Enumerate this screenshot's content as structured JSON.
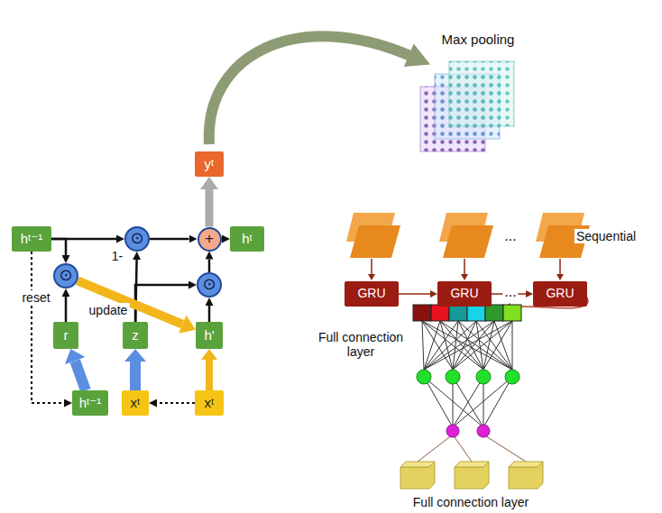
{
  "diagram": {
    "nodes": [
      {
        "text": [
          "hᵗ⁻¹"
        ]
      },
      {
        "text": [
          "⊙"
        ]
      },
      {
        "text": [
          "⊙"
        ]
      },
      {
        "text": [
          "+"
        ]
      },
      {
        "text": [
          "hᵗ"
        ]
      },
      {
        "text": [
          "⊙"
        ]
      },
      {
        "text": [
          "yᵗ"
        ]
      },
      {
        "text": [
          "r"
        ]
      },
      {
        "text": [
          "z"
        ]
      },
      {
        "text": [
          "h'"
        ]
      },
      {
        "text": [
          "hᵗ⁻¹"
        ]
      },
      {
        "text": [
          "xᵗ"
        ]
      },
      {
        "text": [
          "xᵗ"
        ]
      },
      {
        "text": [
          "GRU"
        ]
      },
      {
        "text": [
          "GRU"
        ]
      },
      {
        "text": [
          "GRU"
        ]
      }
    ],
    "edges": [
      {
        "from": 0,
        "to": 1,
        "arrow": "to"
      },
      {
        "from": 0,
        "to": 2,
        "arrow": "to"
      },
      {
        "from": 1,
        "to": 3,
        "arrow": "to"
      },
      {
        "from": 3,
        "to": 4,
        "arrow": "to"
      },
      {
        "from": 5,
        "to": 3,
        "arrow": "to"
      },
      {
        "from": 3,
        "to": 6,
        "arrow": "to"
      },
      {
        "from": 7,
        "to": 2,
        "arrow": "to"
      },
      {
        "from": 8,
        "to": 1,
        "arrow": "to"
      },
      {
        "from": 8,
        "to": 5,
        "arrow": "to"
      },
      {
        "from": 2,
        "to": 9,
        "arrow": "to"
      },
      {
        "from": 9,
        "to": 5,
        "arrow": "to"
      },
      {
        "from": 10,
        "to": 7,
        "arrow": "to"
      },
      {
        "from": 11,
        "to": 8,
        "arrow": "to"
      },
      {
        "from": 12,
        "to": 9,
        "arrow": "to"
      },
      {
        "from": 0,
        "to": 10,
        "arrow": "to"
      },
      {
        "from": 12,
        "to": 11,
        "arrow": "to"
      },
      {
        "from": 13,
        "to": 14,
        "arrow": "to"
      },
      {
        "from": 14,
        "to": 15,
        "arrow": "to"
      }
    ],
    "labels": [
      "reset",
      "update",
      "1-",
      "Max pooling",
      "...",
      "Sequential",
      "...",
      "Full connection layer",
      "Full connection layer"
    ]
  }
}
